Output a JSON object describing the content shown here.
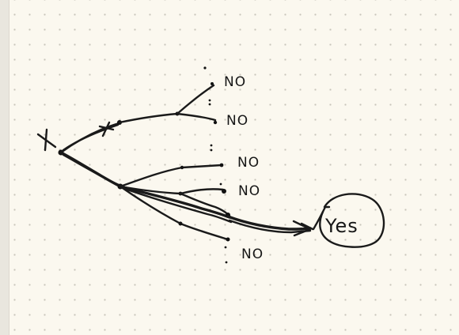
{
  "tree": {
    "root_mark": "X",
    "leaves": [
      {
        "label": "NO"
      },
      {
        "label": "NO"
      },
      {
        "label": "NO"
      },
      {
        "label": "NO"
      },
      {
        "label": "NO"
      }
    ],
    "goal": {
      "label": "Yes"
    }
  }
}
